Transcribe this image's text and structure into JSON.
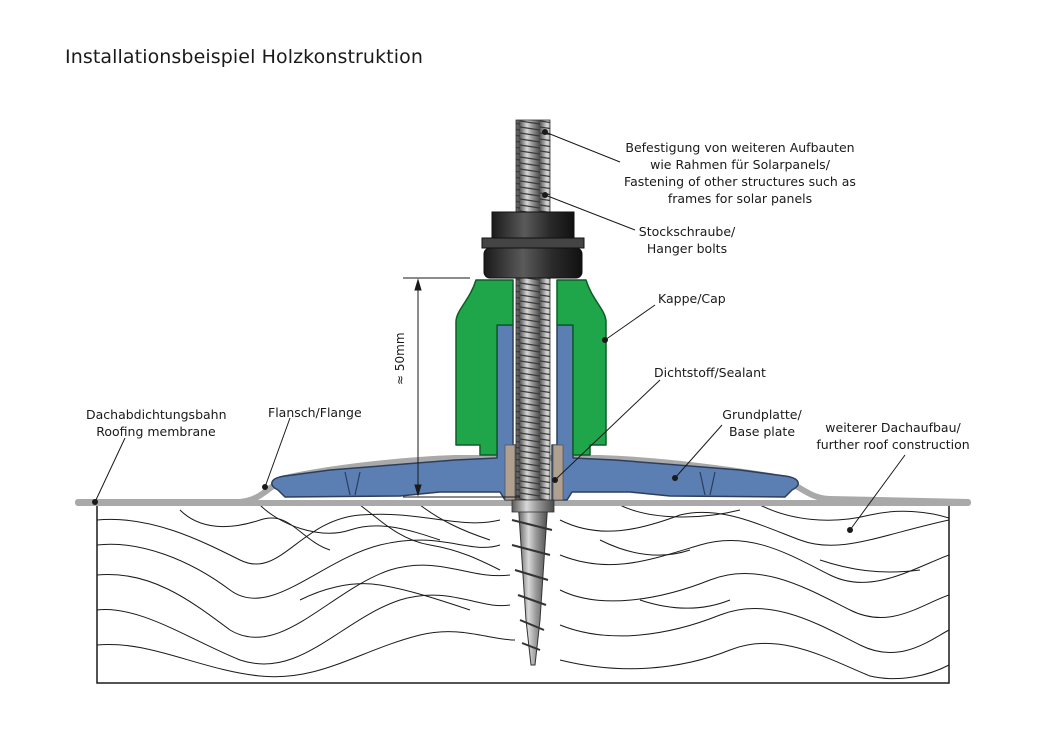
{
  "title": "Installationsbeispiel Holzkonstruktion",
  "labels": {
    "fastening_line1": "Befestigung von weiteren Aufbauten",
    "fastening_line2": "wie Rahmen für Solarpanels/",
    "fastening_line3": "Fastening of other structures such as",
    "fastening_line4": "frames for solar panels",
    "hanger_line1": "Stockschraube/",
    "hanger_line2": "Hanger bolts",
    "cap": "Kappe/Cap",
    "sealant": "Dichtstoff/Sealant",
    "flange": "Flansch/Flange",
    "membrane_line1": "Dachabdichtungsbahn",
    "membrane_line2": "Roofing membrane",
    "baseplate_line1": "Grundplatte/",
    "baseplate_line2": "Base plate",
    "roof_line1": "weiterer Dachaufbau/",
    "roof_line2": "further roof construction",
    "dimension": "≈ 50mm"
  },
  "colors": {
    "cap": "#1fa64a",
    "base_plate": "#5b7fb2",
    "membrane": "#a9a9a9",
    "bolt": "#8a8a8a",
    "nut": "#2a2a2a"
  }
}
